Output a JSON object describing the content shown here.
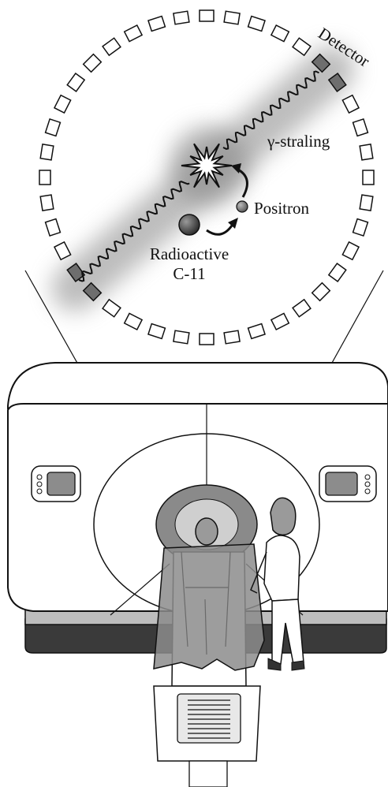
{
  "labels": {
    "detector": "Detector",
    "gamma": "γ-straling",
    "positron": "Positron",
    "radioactive_line1": "Radioactive",
    "radioactive_line2": "C-11"
  },
  "colors": {
    "detector_fill": "#6e6e6e",
    "scanner_body": "#ffffff",
    "scanner_base": "#3a3a3a",
    "gantry_ring": "#8a8a8a",
    "patient": "#9a9a9a",
    "blanket": "#8c8c8c",
    "particle": "#444444"
  },
  "icons": [
    "explosion-icon",
    "curved-arrow-icon"
  ]
}
